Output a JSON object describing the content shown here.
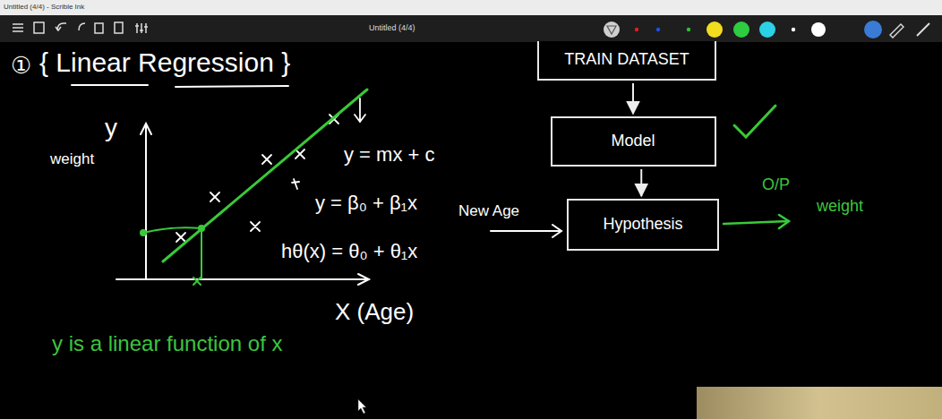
{
  "diagram": {
    "title": "{ Linear Regression }",
    "nodes": [
      {
        "text": [
          "TRAIN DATASET"
        ]
      },
      {
        "text": [
          "Model"
        ]
      },
      {
        "text": [
          "Hypothesis"
        ]
      }
    ],
    "edges": [
      {
        "from": 0,
        "to": 1,
        "arrow": "to"
      },
      {
        "from": 1,
        "to": 2,
        "arrow": "to"
      }
    ],
    "labels": [
      "Untitled (4/4) - Scrible Ink",
      "Untitled (4/4)",
      "①",
      "y",
      "weight",
      "y = mx + c",
      "y = β₀ + β₁x",
      "hθ(x) = θ₀ + θ₁x",
      "X (Age)",
      "y is a linear function of x",
      "New Age",
      "O/P",
      "weight"
    ]
  }
}
